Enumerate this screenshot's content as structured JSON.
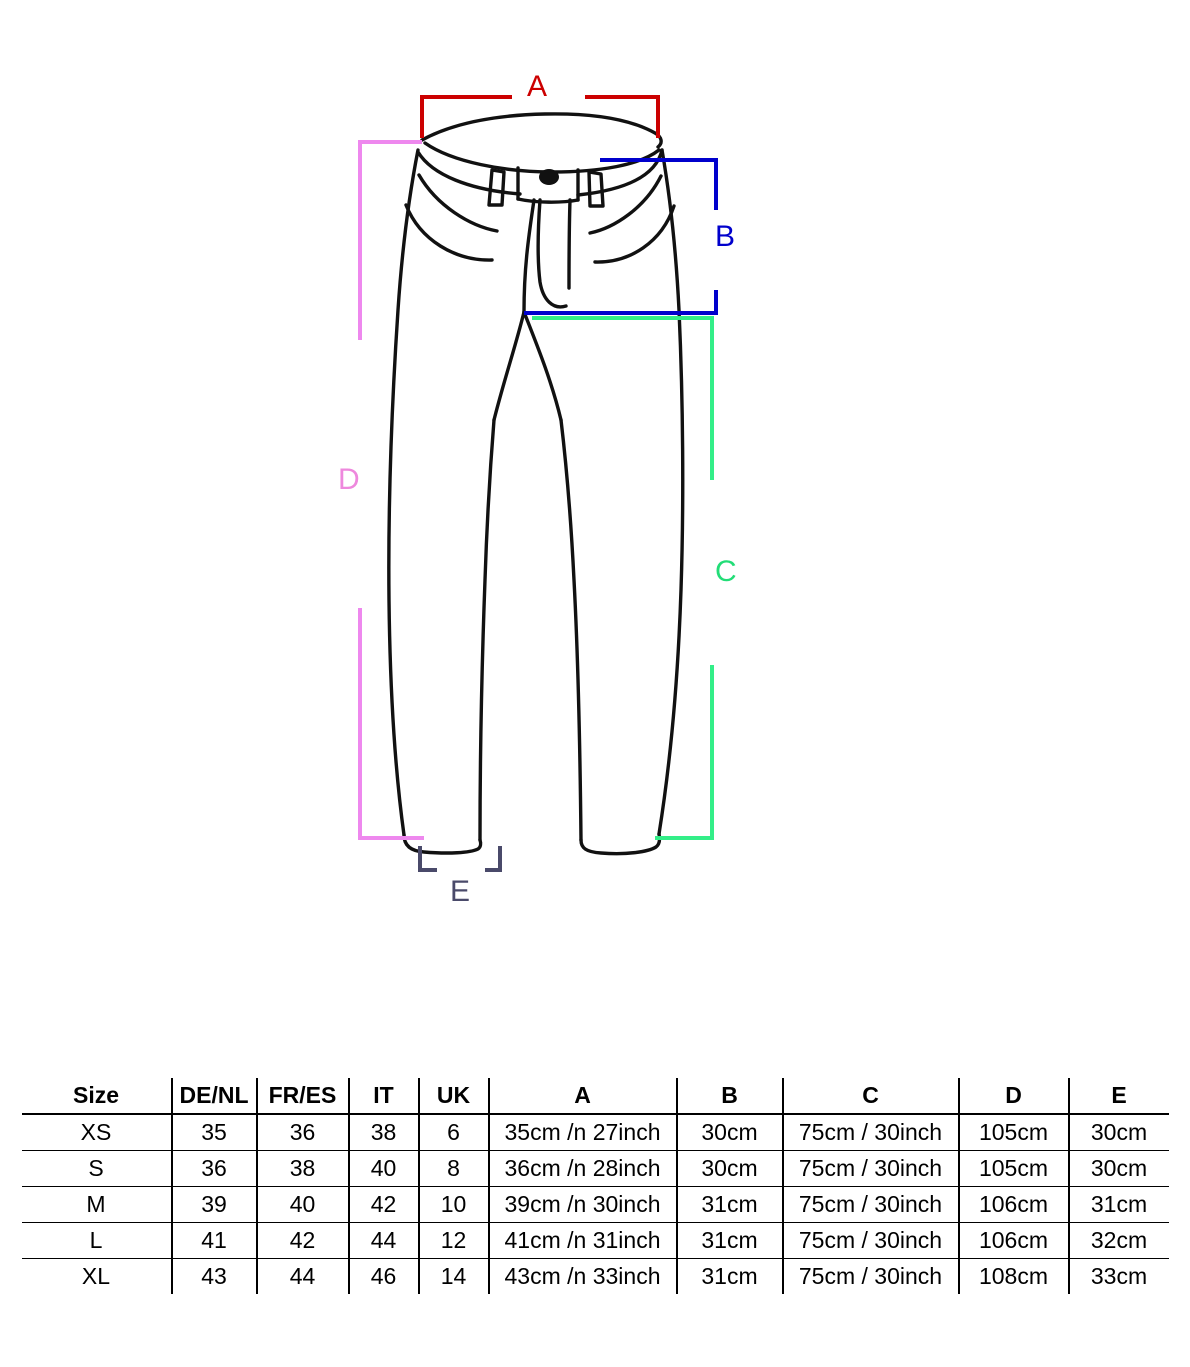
{
  "diagram": {
    "title": "pants-measurement-diagram",
    "labels": [
      {
        "id": "A",
        "text": "A",
        "color": "#cc0000",
        "meaning": "waist-width"
      },
      {
        "id": "B",
        "text": "B",
        "color": "#0000cc",
        "meaning": "rise"
      },
      {
        "id": "C",
        "text": "C",
        "color": "#22dd77",
        "meaning": "inseam"
      },
      {
        "id": "D",
        "text": "D",
        "color": "#ee88dd",
        "meaning": "outseam-total-length"
      },
      {
        "id": "E",
        "text": "E",
        "color": "#4a4a6a",
        "meaning": "leg-opening"
      }
    ],
    "colors": {
      "A": "#cc0000",
      "B": "#0000cc",
      "C": "#33ee88",
      "D": "#ee88ee",
      "E": "#4a4a6a",
      "outline": "#111111"
    }
  },
  "table": {
    "headers": [
      {
        "key": "size",
        "label": "Size",
        "color": "#000000"
      },
      {
        "key": "de_nl",
        "label": "DE/NL",
        "color": "#000000"
      },
      {
        "key": "fr_es",
        "label": "FR/ES",
        "color": "#000000"
      },
      {
        "key": "it",
        "label": "IT",
        "color": "#000000"
      },
      {
        "key": "uk",
        "label": "UK",
        "color": "#000000"
      },
      {
        "key": "a",
        "label": "A",
        "color": "#e00000"
      },
      {
        "key": "b",
        "label": "B",
        "color": "#0000cc"
      },
      {
        "key": "c",
        "label": "C",
        "color": "#22dd77"
      },
      {
        "key": "d",
        "label": "D",
        "color": "#e020d0"
      },
      {
        "key": "e",
        "label": "E",
        "color": "#808080"
      }
    ],
    "rows": [
      {
        "size": "XS",
        "de_nl": "35",
        "fr_es": "36",
        "it": "38",
        "uk": "6",
        "a": "35cm /n 27inch",
        "b": "30cm",
        "c": "75cm / 30inch",
        "d": "105cm",
        "e": "30cm"
      },
      {
        "size": "S",
        "de_nl": "36",
        "fr_es": "38",
        "it": "40",
        "uk": "8",
        "a": "36cm /n 28inch",
        "b": "30cm",
        "c": "75cm / 30inch",
        "d": "105cm",
        "e": "30cm"
      },
      {
        "size": "M",
        "de_nl": "39",
        "fr_es": "40",
        "it": "42",
        "uk": "10",
        "a": "39cm /n 30inch",
        "b": "31cm",
        "c": "75cm / 30inch",
        "d": "106cm",
        "e": "31cm"
      },
      {
        "size": "L",
        "de_nl": "41",
        "fr_es": "42",
        "it": "44",
        "uk": "12",
        "a": "41cm /n 31inch",
        "b": "31cm",
        "c": "75cm / 30inch",
        "d": "106cm",
        "e": "32cm"
      },
      {
        "size": "XL",
        "de_nl": "43",
        "fr_es": "44",
        "it": "46",
        "uk": "14",
        "a": "43cm /n 33inch",
        "b": "31cm",
        "c": "75cm / 30inch",
        "d": "108cm",
        "e": "33cm"
      }
    ]
  }
}
